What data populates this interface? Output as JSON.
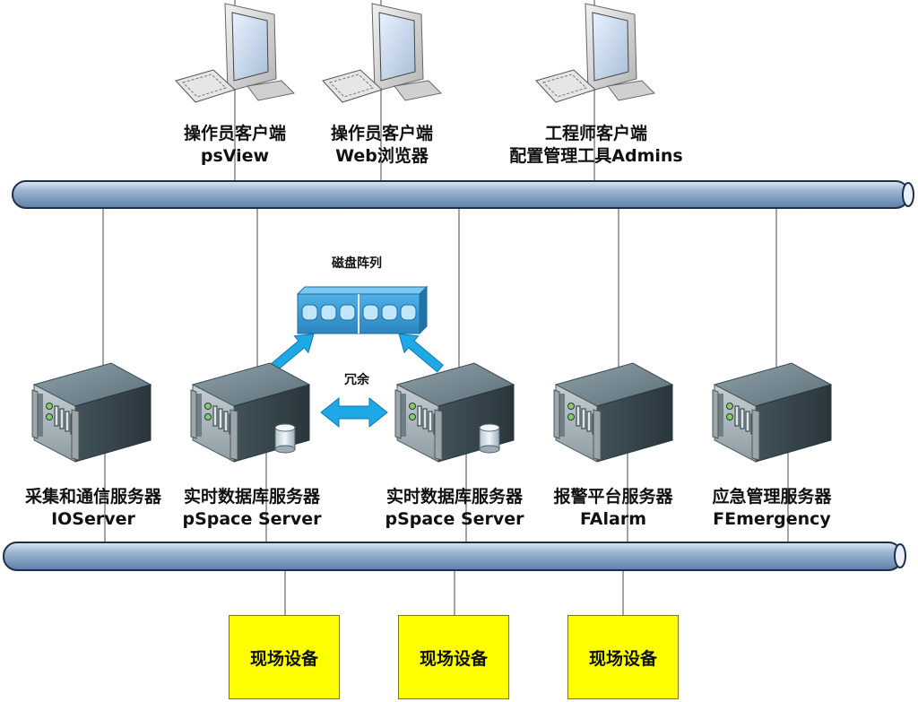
{
  "clients": [
    {
      "line1": "操作员客户端",
      "line2": "psView"
    },
    {
      "line1": "操作员客户端",
      "line2": "Web浏览器"
    },
    {
      "line1": "工程师客户端",
      "line2": "配置管理工具Admins"
    }
  ],
  "storage": {
    "label": "磁盘阵列"
  },
  "redundancy": {
    "label": "冗余"
  },
  "servers": [
    {
      "line1": "采集和通信服务器",
      "line2": "IOServer",
      "has_db": false
    },
    {
      "line1": "实时数据库服务器",
      "line2": "pSpace Server",
      "has_db": true
    },
    {
      "line1": "实时数据库服务器",
      "line2": "pSpace Server",
      "has_db": true
    },
    {
      "line1": "报警平台服务器",
      "line2": "FAlarm",
      "has_db": false
    },
    {
      "line1": "应急管理服务器",
      "line2": "FEmergency",
      "has_db": false
    }
  ],
  "field_devices": [
    {
      "label": "现场设备"
    },
    {
      "label": "现场设备"
    },
    {
      "label": "现场设备"
    }
  ],
  "colors": {
    "bus": "#7f9fc4",
    "server_arrow": "#1fa8e6",
    "disk_array": "#3d9fd8",
    "field_device": "#ffff00"
  }
}
